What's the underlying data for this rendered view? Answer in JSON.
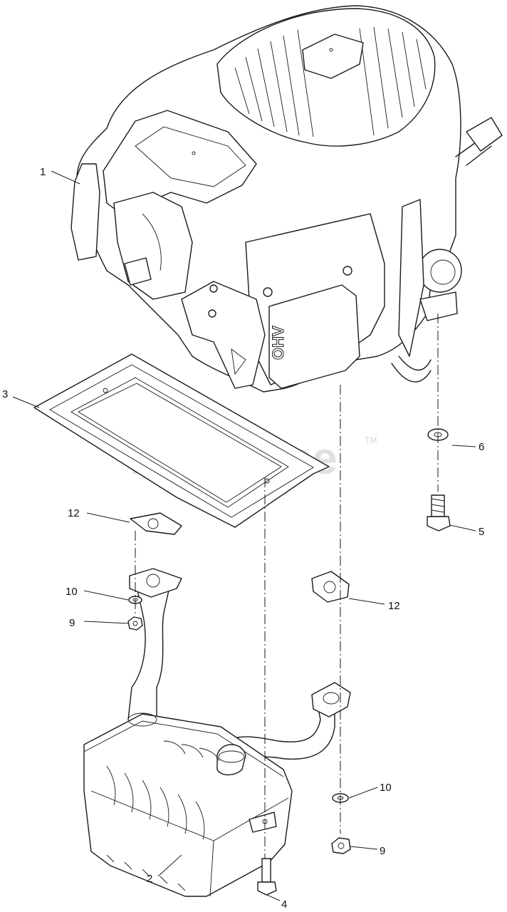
{
  "watermark": {
    "text": "PartsTree",
    "trademark": "TM"
  },
  "engine_label": "OHV",
  "callouts": [
    {
      "id": "c1",
      "text": "1"
    },
    {
      "id": "c2",
      "text": "2"
    },
    {
      "id": "c3",
      "text": "3"
    },
    {
      "id": "c4",
      "text": "4"
    },
    {
      "id": "c5",
      "text": "5"
    },
    {
      "id": "c6",
      "text": "6"
    },
    {
      "id": "c9a",
      "text": "9"
    },
    {
      "id": "c9b",
      "text": "9"
    },
    {
      "id": "c10a",
      "text": "10"
    },
    {
      "id": "c10b",
      "text": "10"
    },
    {
      "id": "c12a",
      "text": "12"
    },
    {
      "id": "c12b",
      "text": "12"
    }
  ]
}
